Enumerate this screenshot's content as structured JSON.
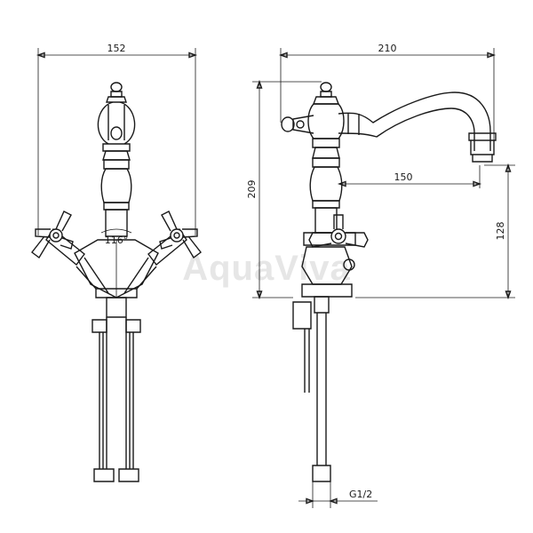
{
  "watermark": "AquaViva",
  "front_view": {
    "width_label": "152",
    "angle_label": "116°"
  },
  "side_view": {
    "reach_label": "210",
    "spout_label": "150",
    "height_label": "209",
    "spout_height_label": "128",
    "thread_label": "G1/2"
  }
}
